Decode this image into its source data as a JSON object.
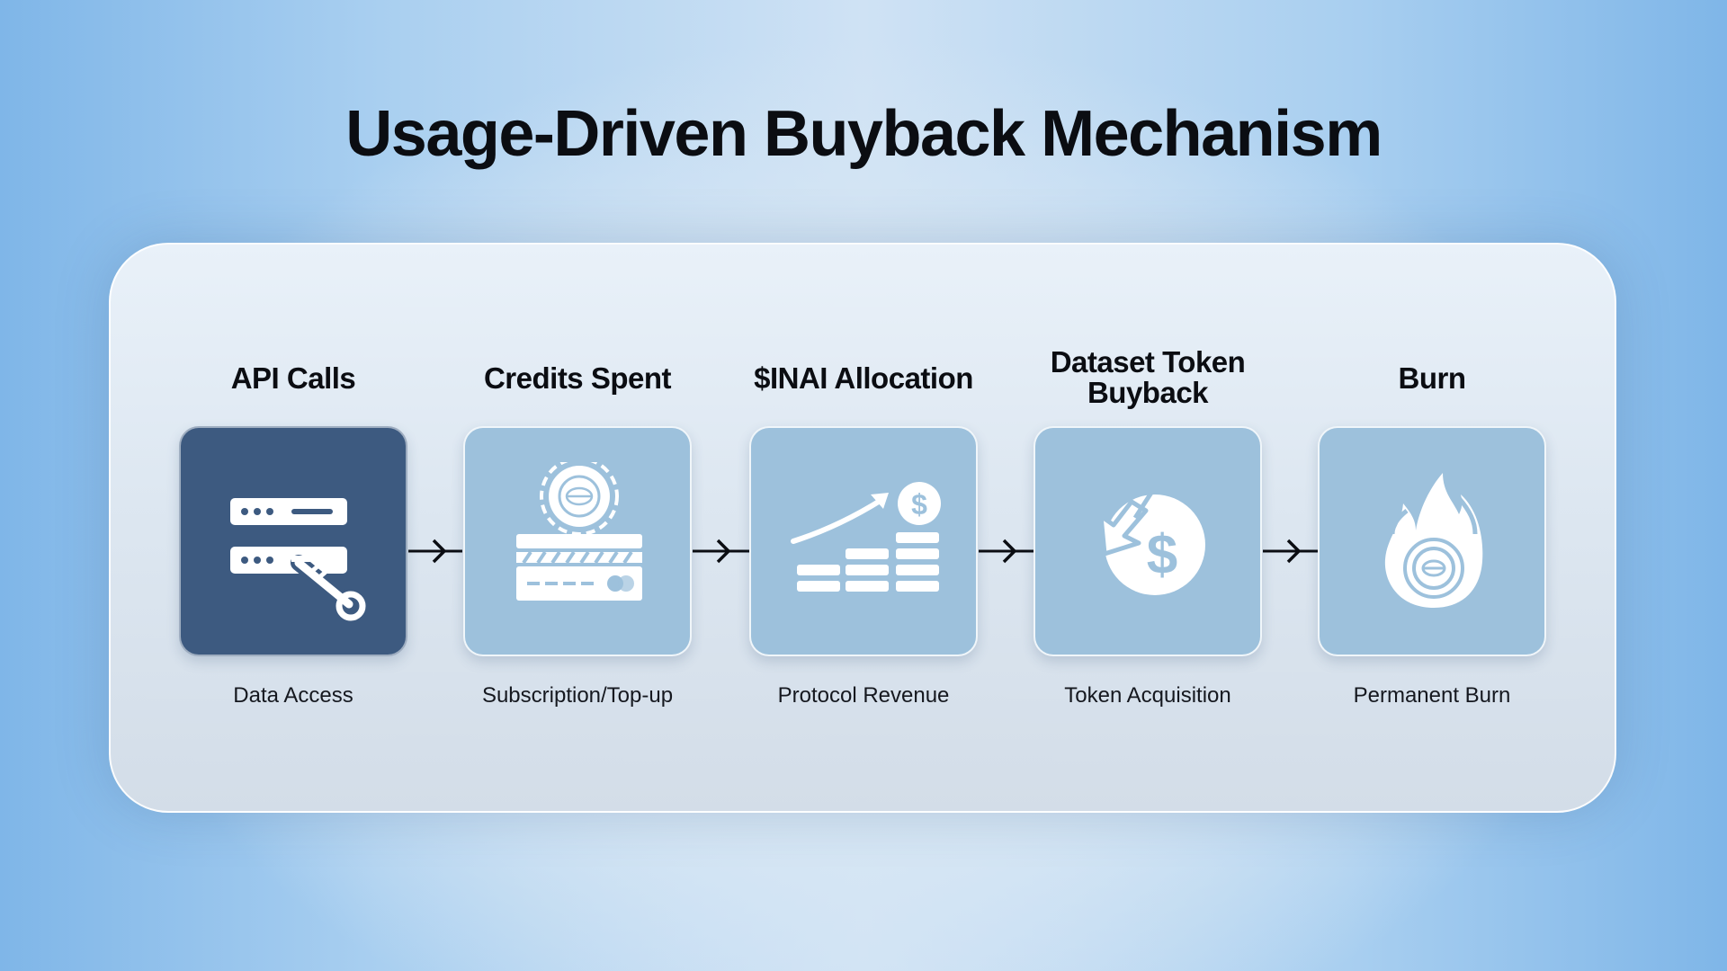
{
  "title": "Usage-Driven Buyback Mechanism",
  "steps": [
    {
      "title": "API Calls",
      "subtitle": "Data Access",
      "icon": "server-key-icon"
    },
    {
      "title": "Credits Spent",
      "subtitle": "Subscription/Top-up",
      "icon": "credit-card-coin-icon"
    },
    {
      "title": "$INAI Allocation",
      "subtitle": "Protocol Revenue",
      "icon": "revenue-growth-icon"
    },
    {
      "title": "Dataset Token Buyback",
      "subtitle": "Token Acquisition",
      "icon": "dollar-buyback-icon"
    },
    {
      "title": "Burn",
      "subtitle": "Permanent Burn",
      "icon": "flame-token-icon"
    }
  ],
  "colors": {
    "active_card": "#3d5a80",
    "card": "#9dc1dc",
    "icon": "#ffffff",
    "text": "#0b0d12"
  }
}
